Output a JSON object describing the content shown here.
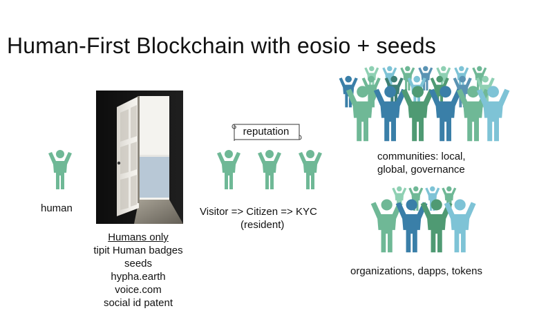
{
  "slide": {
    "title": "Human-First Blockchain with eosio + seeds",
    "human_label": "human",
    "humans_only": {
      "heading": "Humans only",
      "items": [
        "tipit Human badges",
        "seeds",
        "hypha.earth",
        "voice.com",
        "social id patent"
      ]
    },
    "reputation_label": "reputation",
    "progression": {
      "line1": "Visitor  => Citizen => KYC",
      "line2": "(resident)"
    },
    "communities": {
      "line1": "communities: local,",
      "line2": "global, governance"
    },
    "organizations_label": "organizations, dapps, tokens"
  },
  "colors": {
    "figure_teal": "#6fb896",
    "figure_green": "#4f9a73",
    "figure_dark_teal": "#3d7f74",
    "figure_blue": "#3a7fa8",
    "figure_steel": "#5a93b3",
    "figure_sky": "#7ec3d6",
    "figure_mint": "#8fd0b3",
    "text": "#111111"
  },
  "icons": [
    "person-figure-icon",
    "door-photo",
    "scroll-banner-icon",
    "crowd-icon"
  ]
}
